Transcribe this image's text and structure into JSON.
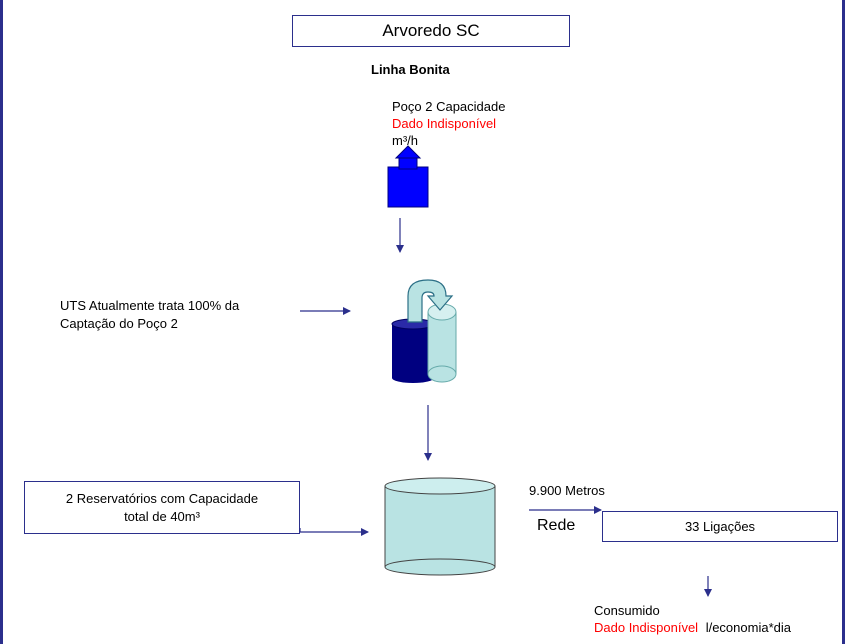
{
  "title": "Arvoredo SC",
  "subtitle": "Linha Bonita",
  "well": {
    "label": "Poço 2 Capacidade",
    "value": "Dado Indisponível",
    "unit": "m³/h"
  },
  "treatment": {
    "line1": "UTS Atualmente trata  100% da",
    "line2": "Captação do Poço 2"
  },
  "reservoir": {
    "line1": "2 Reservatórios com Capacidade",
    "line2": "total de 40m³"
  },
  "network": {
    "length": "9.900 Metros",
    "label": "Rede"
  },
  "connections": "33 Ligações",
  "consumption": {
    "label": "Consumido",
    "value": "Dado Indisponível",
    "unit": "l/economia*dia"
  },
  "colors": {
    "frame": "#2b2f8c",
    "well_icon": "#0000ff",
    "tank_dark": "#000080",
    "tank_light": "#b9e3e3",
    "unavailable_text": "#ff0000"
  }
}
